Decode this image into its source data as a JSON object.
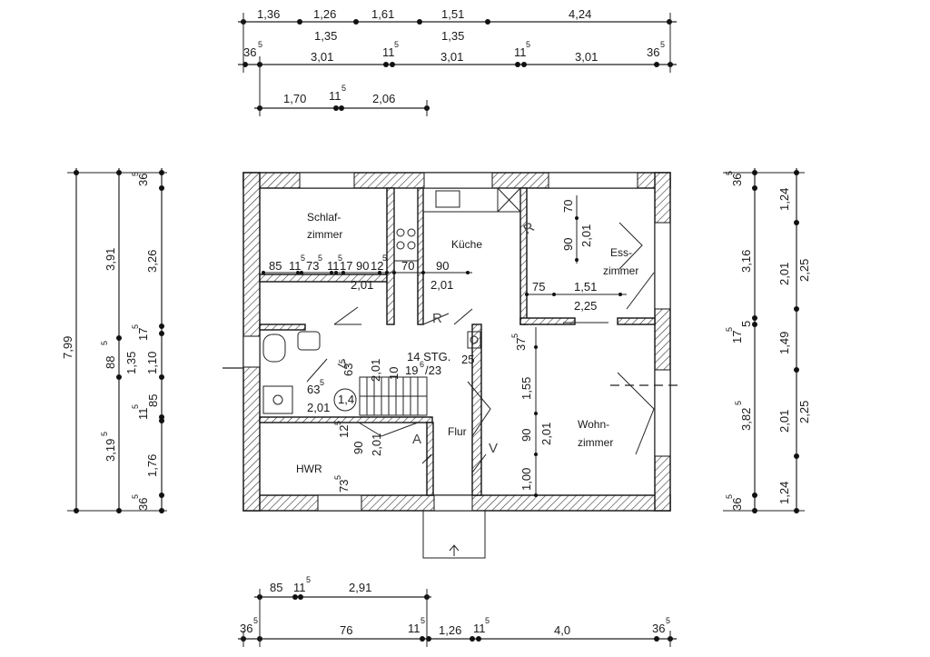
{
  "rooms": {
    "schlaf_1": "Schlaf-",
    "schlaf_2": "zimmer",
    "kueche": "Küche",
    "ess_1": "Ess-",
    "ess_2": "zimmer",
    "wohn_1": "Wohn-",
    "wohn_2": "zimmer",
    "flur": "Flur",
    "hwr": "HWR"
  },
  "stair": {
    "steps": "14 STG.",
    "rise_main": "19",
    "rise_sup": "6",
    "rise_rest": "/23"
  },
  "top_dims": {
    "row1": [
      "1,36",
      "1,26",
      "1,61",
      "1,51",
      "4,24"
    ],
    "row2": [
      "1,35",
      "1,35"
    ],
    "row3": [
      "36",
      "5",
      "3,01",
      "11",
      "5",
      "3,01",
      "11",
      "5",
      "3,01",
      "36",
      "5"
    ],
    "row4": [
      "1,70",
      "11",
      "5",
      "2,06"
    ]
  },
  "bottom_dims": {
    "row1": [
      "85",
      "11",
      "5",
      "2,91"
    ],
    "row2": [
      "36",
      "5",
      "76",
      "11",
      "5",
      "1,26",
      "11",
      "5",
      "4,0",
      "36",
      "5"
    ]
  },
  "left_dims": {
    "total": "7,99",
    "col2": [
      "3,91",
      "88",
      "5",
      "3,19",
      "5"
    ],
    "col3": [
      "36",
      "5",
      "3,26",
      "17",
      "5",
      "1,35",
      "1,10",
      "11",
      "5",
      "85",
      "1,76",
      "36",
      "5"
    ]
  },
  "right_dims": {
    "col1": [
      "36",
      "5",
      "3,16",
      "17",
      "5",
      "5",
      "3,82",
      "5",
      "36",
      "5"
    ],
    "col2": [
      "1,24",
      "2,01",
      "1,49",
      "2,01",
      "1,24"
    ],
    "col3": [
      "2,25",
      "2,25"
    ]
  },
  "inner_dims": {
    "schlaf_row": [
      "85",
      "11",
      "5",
      "73",
      "5",
      "11",
      "5",
      "17",
      "90",
      "12",
      "5",
      "70",
      "90"
    ],
    "openings": [
      "2,01",
      "2,01"
    ],
    "kueche": [
      "70",
      "90",
      "2,01"
    ],
    "ess": [
      "75",
      "1,51",
      "2,25"
    ],
    "wc": [
      "63",
      "5",
      "63",
      "5",
      "2,01",
      "1,4",
      "2,01",
      "10",
      "25",
      "37",
      "5"
    ],
    "wohn": [
      "1,55",
      "90",
      "2,01",
      "1,00"
    ],
    "hwr": [
      "12",
      "5",
      "90",
      "2,01",
      "73",
      "5"
    ]
  },
  "pencil": {
    "a": "R",
    "b": "R",
    "c": "V",
    "d": "V",
    "e": "A"
  }
}
